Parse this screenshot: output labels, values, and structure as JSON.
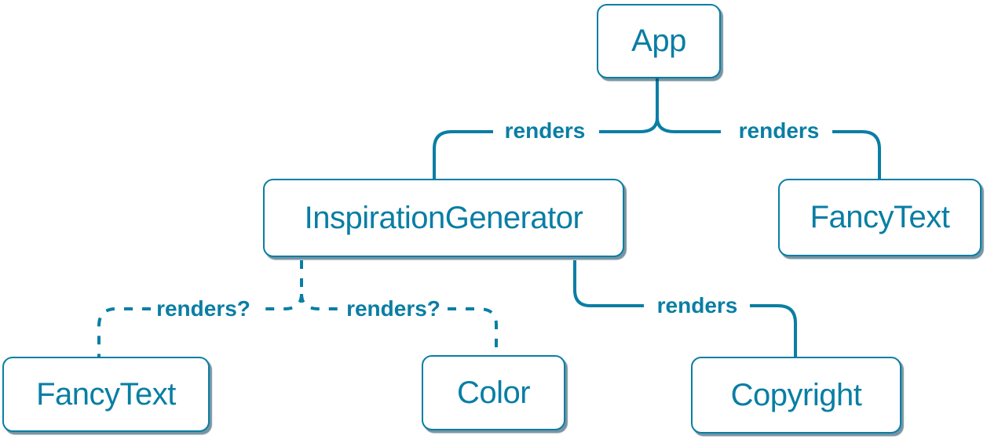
{
  "diagram": {
    "type": "component-render-tree",
    "colors": {
      "accent": "#0a7ea4",
      "node_text": "#087ea4",
      "node_background": "#ffffff",
      "node_shadow": "rgba(10,61,84,0.55)",
      "page_background": "#ffffff"
    },
    "nodes": [
      {
        "id": "app",
        "label": "App"
      },
      {
        "id": "inspiration-generator",
        "label": "InspirationGenerator"
      },
      {
        "id": "fancy-text-top",
        "label": "FancyText"
      },
      {
        "id": "fancy-text-bottom",
        "label": "FancyText"
      },
      {
        "id": "color",
        "label": "Color"
      },
      {
        "id": "copyright",
        "label": "Copyright"
      }
    ],
    "edges": [
      {
        "from": "App",
        "to": "InspirationGenerator",
        "label": "renders",
        "style": "solid"
      },
      {
        "from": "App",
        "to": "FancyText",
        "label": "renders",
        "style": "solid"
      },
      {
        "from": "InspirationGenerator",
        "to": "FancyText",
        "label": "renders?",
        "style": "dashed"
      },
      {
        "from": "InspirationGenerator",
        "to": "Color",
        "label": "renders?",
        "style": "dashed"
      },
      {
        "from": "InspirationGenerator",
        "to": "Copyright",
        "label": "renders",
        "style": "solid"
      }
    ]
  }
}
